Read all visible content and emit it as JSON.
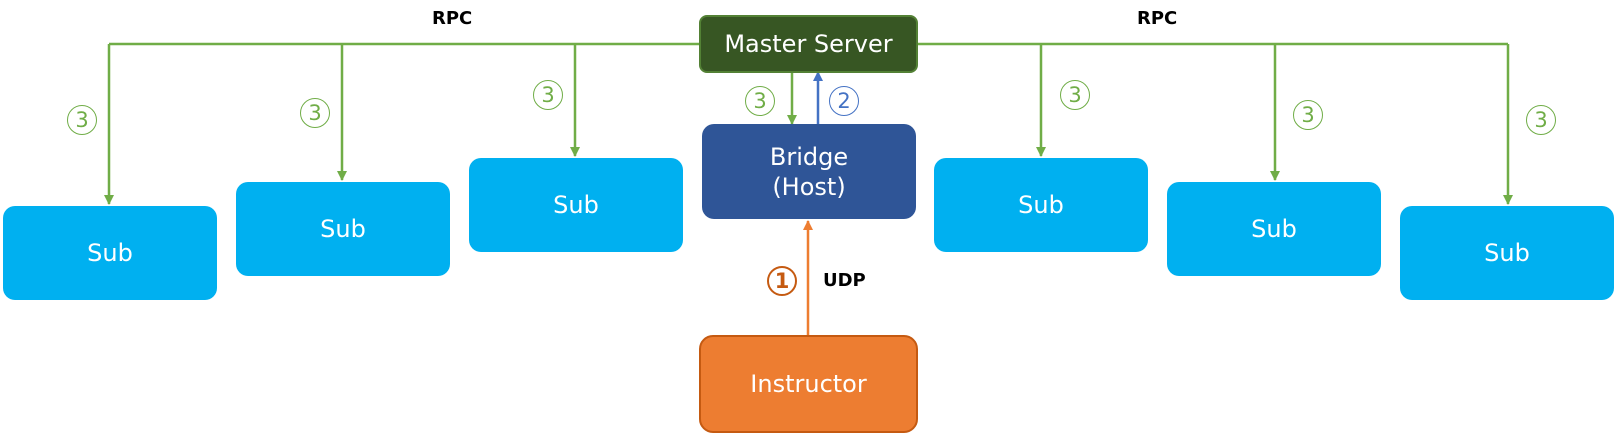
{
  "nodes": {
    "master": "Master Server",
    "bridge_line1": "Bridge",
    "bridge_line2": "(Host)",
    "instructor": "Instructor",
    "sub": "Sub"
  },
  "labels": {
    "rpc_left": "RPC",
    "rpc_right": "RPC",
    "udp": "UDP"
  },
  "steps": {
    "one": "1",
    "two": "2",
    "three": "3"
  },
  "colors": {
    "sub": "#00b0f0",
    "master": "#375623",
    "bridge": "#2f5597",
    "instructor": "#ed7d31",
    "rpc_arrow": "#70ad47",
    "bridge_to_master_arrow": "#4472c4",
    "udp_arrow": "#ed7d31"
  }
}
